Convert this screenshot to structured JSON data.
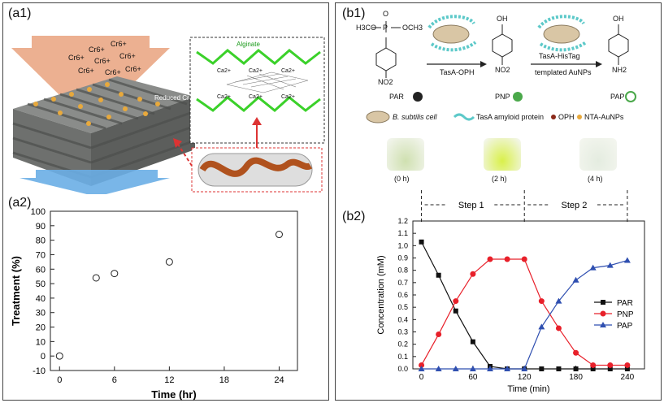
{
  "panels": {
    "a1": "(a1)",
    "a2": "(a2)",
    "b1": "(b1)",
    "b2": "(b2)"
  },
  "a1": {
    "ions": [
      "Cr6+",
      "Cr6+",
      "Cr6+",
      "Cr6+",
      "Cr6+",
      "Cr6+",
      "Cr6+",
      "Cr6+"
    ],
    "reduced_label": "Reduced Cr",
    "alginate_label": "Alginate",
    "ca_labels": [
      "Ca2+",
      "Ca2+",
      "Ca2+",
      "Ca2+",
      "Ca2+",
      "Ca2+"
    ]
  },
  "b1": {
    "chem_top_left": "H3CO",
    "chem_top_right": "OCH3",
    "par_label": "PAR",
    "pnp_label": "PNP",
    "pap_label": "PAP",
    "enzyme1": "TasA-OPH",
    "enzyme2_line1": "TasA-HisTag",
    "enzyme2_line2": "templated AuNPs",
    "no2_a": "NO2",
    "no2_b": "NO2",
    "nh2": "NH2",
    "oh_a": "OH",
    "oh_b": "OH",
    "p": "P",
    "o": "O",
    "legend": {
      "cell": "B. subtilis cell",
      "tasa": "TasA amyloid protein",
      "oph": "OPH",
      "nta": "NTA-AuNPs"
    },
    "vials": [
      "(0 h)",
      "(2 h)",
      "(4 h)"
    ],
    "vial_colors": [
      "#cfe0b0",
      "#d9f04a",
      "#e4ece0"
    ]
  },
  "b2_steps": {
    "step1": "Step 1",
    "step2": "Step 2"
  },
  "chart_data": [
    {
      "type": "scatter",
      "xlabel": "Time (hr)",
      "ylabel": "Treatment (%)",
      "xlim": [
        -1,
        26
      ],
      "ylim": [
        -10,
        100
      ],
      "xticks": [
        0,
        6,
        12,
        18,
        24
      ],
      "yticks": [
        -10,
        0,
        10,
        20,
        30,
        40,
        50,
        60,
        70,
        80,
        90,
        100
      ],
      "x": [
        0,
        4,
        6,
        12,
        24
      ],
      "y": [
        0,
        54,
        57,
        65,
        84
      ]
    },
    {
      "type": "line",
      "xlabel": "Time (min)",
      "ylabel": "Concentration (mM)",
      "xlim": [
        -10,
        260
      ],
      "ylim": [
        0,
        1.2
      ],
      "xticks": [
        0,
        60,
        120,
        180,
        240
      ],
      "yticks": [
        0.0,
        0.1,
        0.2,
        0.3,
        0.4,
        0.5,
        0.6,
        0.7,
        0.8,
        0.9,
        1.0,
        1.1,
        1.2
      ],
      "legend_position": "right",
      "series": [
        {
          "name": "PAR",
          "color": "#111111",
          "marker": "square",
          "x": [
            0,
            20,
            40,
            60,
            80,
            100,
            120,
            140,
            160,
            180,
            200,
            220,
            240
          ],
          "values": [
            1.03,
            0.76,
            0.47,
            0.22,
            0.02,
            0.0,
            0.0,
            0.0,
            0.0,
            0.0,
            0.0,
            0.0,
            0.0
          ]
        },
        {
          "name": "PNP",
          "color": "#e8202a",
          "marker": "circle",
          "x": [
            0,
            20,
            40,
            60,
            80,
            100,
            120,
            140,
            160,
            180,
            200,
            220,
            240
          ],
          "values": [
            0.03,
            0.28,
            0.55,
            0.77,
            0.89,
            0.89,
            0.89,
            0.55,
            0.33,
            0.13,
            0.03,
            0.03,
            0.03
          ]
        },
        {
          "name": "PAP",
          "color": "#2f4fb0",
          "marker": "triangle",
          "x": [
            0,
            20,
            40,
            60,
            80,
            100,
            120,
            140,
            160,
            180,
            200,
            220,
            240
          ],
          "values": [
            0.0,
            0.0,
            0.0,
            0.0,
            0.0,
            0.0,
            0.0,
            0.34,
            0.55,
            0.72,
            0.82,
            0.84,
            0.88
          ]
        }
      ]
    }
  ]
}
